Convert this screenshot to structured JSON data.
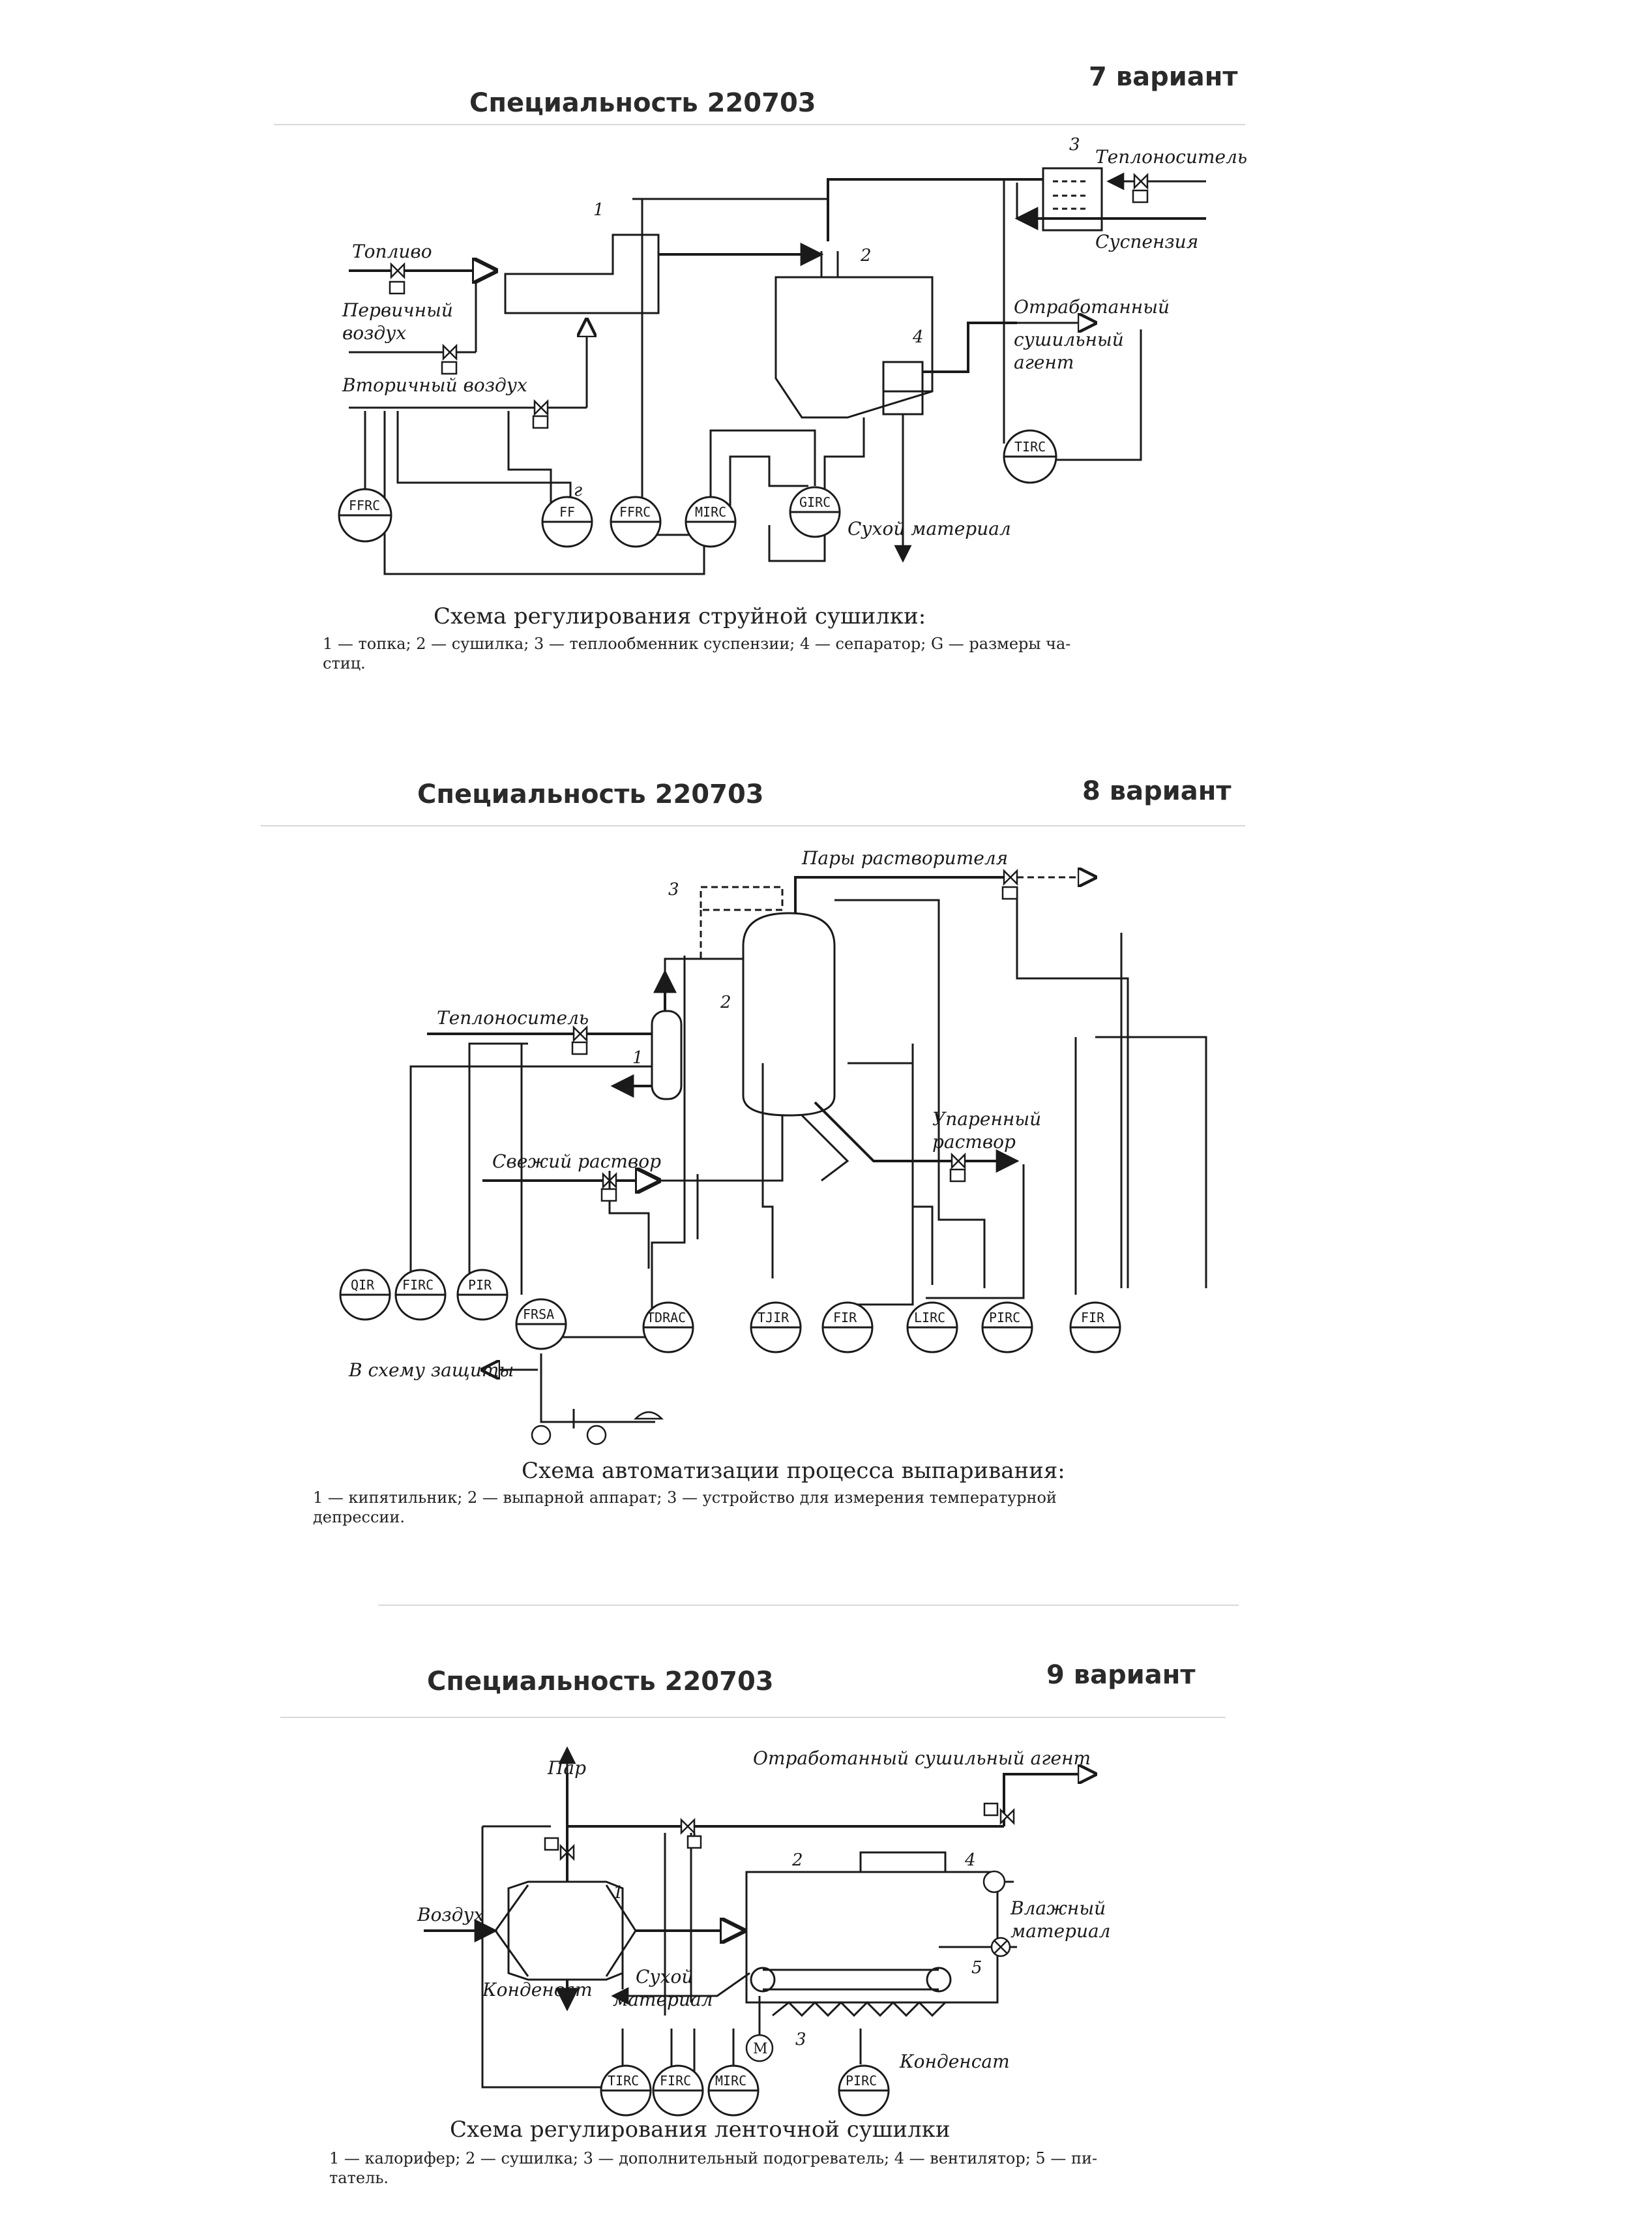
{
  "variant7": {
    "specialty": "Специальность  220703",
    "variant": "7 вариант",
    "labels": {
      "fuel": "Топливо",
      "primary_air_1": "Первичный",
      "primary_air_2": "воздух",
      "secondary_air": "Вторичный воздух",
      "heat_carrier": "Теплоноситель",
      "suspension": "Суспензия",
      "spent_agent_1": "Отработанный",
      "spent_agent_2": "сушильный",
      "spent_agent_3": "агент",
      "dry_material": "Сухой материал"
    },
    "numbers": {
      "n1": "1",
      "n2": "2",
      "n3": "3",
      "n4": "4",
      "g": "г"
    },
    "instruments": {
      "ffrc_left": "FFRC",
      "ff": "FF",
      "ffrc_mid": "FFRC",
      "mirc": "MIRC",
      "girc": "GIRC",
      "tirc": "TIRC"
    },
    "caption_title": "Схема регулирования струйной сушилки:",
    "caption_line1": "1 — топка;  2 — сушилка;  3 — теплообменник  суспензии;  4 — сепаратор;  G — размеры  ча-",
    "caption_line2": "стиц."
  },
  "variant8": {
    "specialty": "Специальность  220703",
    "variant": "8 вариант",
    "labels": {
      "solvent_vapors": "Пары растворителя",
      "heat_carrier": "Теплоноситель",
      "fresh_solution": "Свежий раствор",
      "evaporated_1": "Упаренный",
      "evaporated_2": "раствор",
      "to_protection": "В схему защиты"
    },
    "numbers": {
      "n1": "1",
      "n2": "2",
      "n3": "3"
    },
    "instruments": {
      "qir": "QIR",
      "firc": "FIRC",
      "pir": "PIR",
      "frsa": "FRSA",
      "tdrac": "TDRAC",
      "tjir": "TJIR",
      "fir_a": "FIR",
      "lirc": "LIRC",
      "pirc": "PIRC",
      "fir_b": "FIR"
    },
    "caption_title": "Схема автоматизации процесса выпаривания:",
    "caption_line1": "1 — кипятильник;  2 — выпарной  аппарат;  3 — устройство  для  измерения  температурной",
    "caption_line2": "депрессии."
  },
  "variant9": {
    "specialty": "Специальность  220703",
    "variant": "9 вариант",
    "labels": {
      "steam": "Пар",
      "spent_agent": "Отработанный сушильный агент",
      "air": "Воздух",
      "condensate_left": "Конденсат",
      "dry_material_1": "Сухой",
      "dry_material_2": "материал",
      "wet_material_1": "Влажный",
      "wet_material_2": "материал",
      "condensate_right": "Конденсат",
      "motor": "М"
    },
    "numbers": {
      "n1": "1",
      "n2": "2",
      "n3": "3",
      "n4": "4",
      "n5": "5"
    },
    "instruments": {
      "tirc": "TIRC",
      "firc": "FIRC",
      "mirc": "MIRC",
      "pirc": "PIRC"
    },
    "caption_title": "Схема регулирования ленточной сушилки",
    "caption_line1": "1 — калорифер;  2 — сушилка;  3 — дополнительный  подогреватель;  4 — вентилятор;  5 — пи-",
    "caption_line2": "татель."
  }
}
